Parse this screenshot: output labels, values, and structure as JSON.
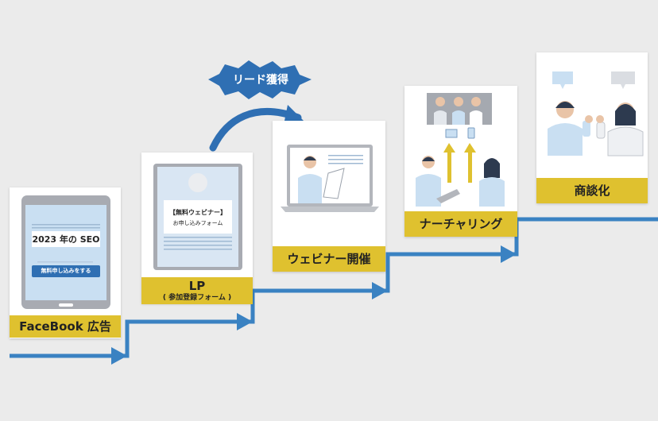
{
  "colors": {
    "background": "#ebebeb",
    "arrow_blue": "#3a82c2",
    "label_yellow": "#dfc12f",
    "ad_blue": "#2f6fb3"
  },
  "steps": [
    {
      "label": "FaceBook 広告"
    },
    {
      "label": "LP",
      "sub": "( 参加登録フォーム )"
    },
    {
      "label": "ウェビナー開催"
    },
    {
      "label": "ナーチャリング"
    },
    {
      "label": "商談化"
    }
  ],
  "ad": {
    "headline": "2023 年の SEO",
    "button": "無料申し込みをする"
  },
  "lp_form": {
    "title": "【無料ウェビナー】",
    "subtitle": "お申し込みフォーム"
  },
  "badge": {
    "text": "リード獲得"
  }
}
